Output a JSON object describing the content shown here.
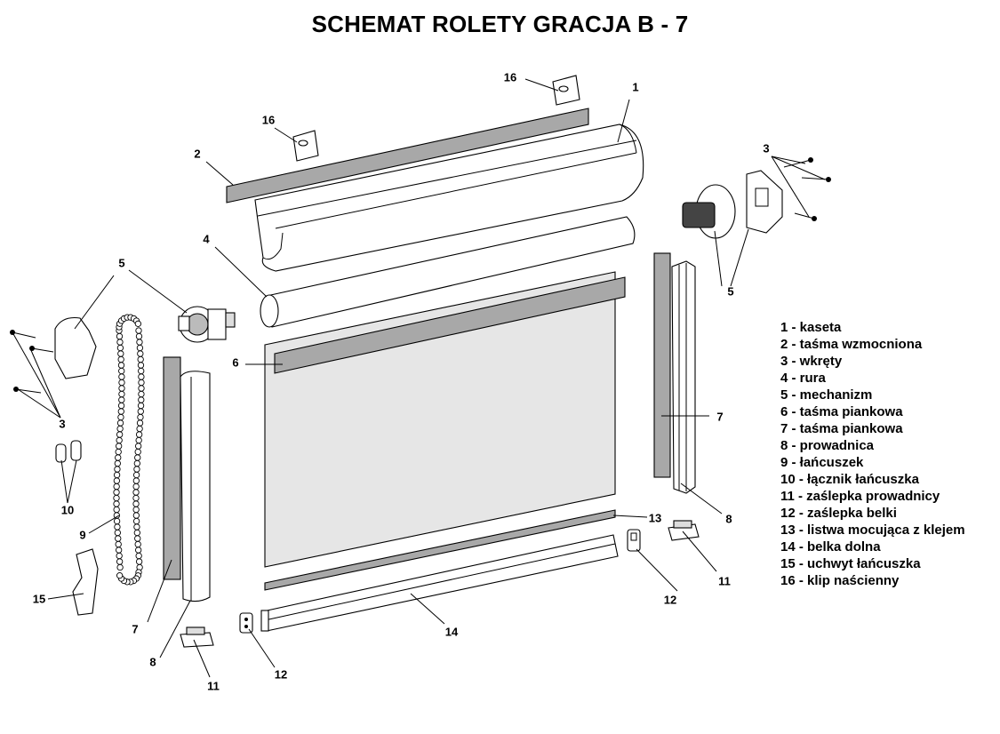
{
  "title": "SCHEMAT ROLETY GRACJA B - 7",
  "legend": [
    "1 - kaseta",
    "2 - taśma wzmocniona",
    "3 - wkręty",
    "4 - rura",
    "5 - mechanizm",
    "6 - taśma piankowa",
    "7 - taśma piankowa",
    "8 - prowadnica",
    "9 - łańcuszek",
    "10 - łącznik łańcuszka",
    "11 - zaślepka prowadnicy",
    "12 - zaślepka belki",
    "13 - listwa mocująca z klejem",
    "14 - belka dolna",
    "15 - uchwyt łańcuszka",
    "16 - klip naścienny"
  ],
  "callouts": {
    "c1": "1",
    "c2": "2",
    "c3a": "3",
    "c3b": "3",
    "c4": "4",
    "c5a": "5",
    "c5b": "5",
    "c6": "6",
    "c7a": "7",
    "c7b": "7",
    "c8a": "8",
    "c8b": "8",
    "c9": "9",
    "c10": "10",
    "c11a": "11",
    "c11b": "11",
    "c12a": "12",
    "c12b": "12",
    "c13": "13",
    "c14": "14",
    "c15": "15",
    "c16a": "16",
    "c16b": "16"
  },
  "colors": {
    "fabric": "#e6e6e6",
    "tape": "#a8a8a8",
    "line": "#000000",
    "metal": "#ffffff"
  }
}
